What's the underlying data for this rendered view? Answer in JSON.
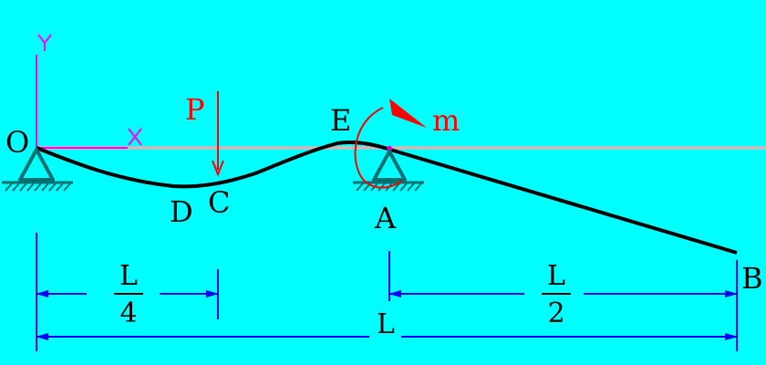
{
  "labels": {
    "origin": "O",
    "axis_x": "x",
    "axis_y": "y",
    "force": "P",
    "moment": "m",
    "point_a": "A",
    "point_b": "B",
    "point_c": "C",
    "point_d": "D",
    "point_e": "E"
  },
  "dimensions": {
    "quarter_num": "L",
    "quarter_den": "4",
    "half_num": "L",
    "half_den": "2",
    "total": "L"
  },
  "colors": {
    "background": "#00FFFF",
    "beam_reference": "#BEBEBE",
    "deflection_curve": "#000000",
    "axes": "#FF00FF",
    "load": "#FF0000",
    "dimension": "#0000FF",
    "support": "#007070"
  }
}
